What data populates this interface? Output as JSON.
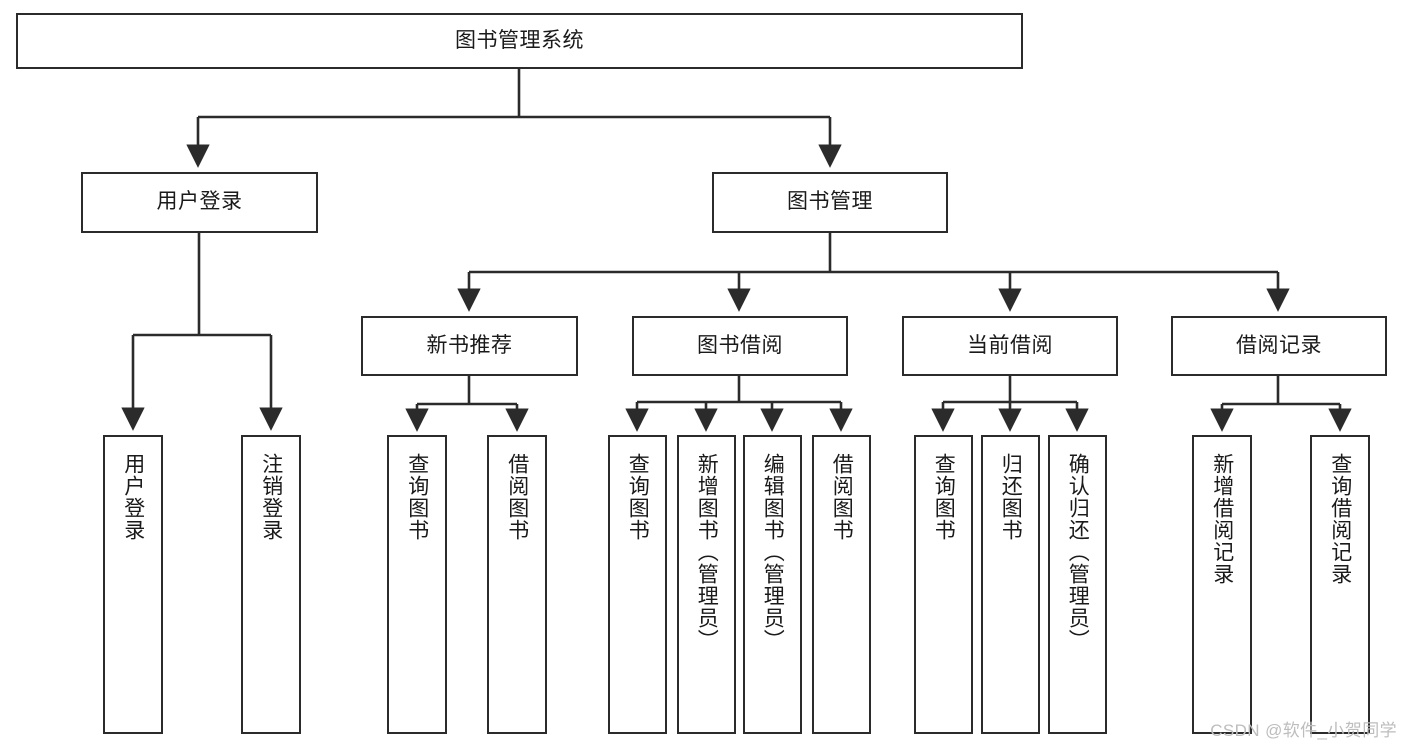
{
  "diagram": {
    "title": "图书管理系统",
    "type": "tree-hierarchy",
    "stroke_color": "#2b2b2b",
    "box_fill": "#ffffff",
    "text_color": "#1a1a1a",
    "watermark": "CSDN @软件_小贺同学",
    "root": {
      "label": "图书管理系统"
    },
    "level2": [
      {
        "label": "用户登录"
      },
      {
        "label": "图书管理"
      }
    ],
    "level3": [
      {
        "label": "新书推荐"
      },
      {
        "label": "图书借阅"
      },
      {
        "label": "当前借阅"
      },
      {
        "label": "借阅记录"
      }
    ],
    "leaves": {
      "user_login": [
        {
          "label": "用户登录"
        },
        {
          "label": "注销登录"
        }
      ],
      "new_book_recommend": [
        {
          "label": "查询图书"
        },
        {
          "label": "借阅图书"
        }
      ],
      "book_borrow": [
        {
          "label": "查询图书"
        },
        {
          "label": "新增图书（管理员）"
        },
        {
          "label": "编辑图书（管理员）"
        },
        {
          "label": "借阅图书"
        }
      ],
      "current_borrow": [
        {
          "label": "查询图书"
        },
        {
          "label": "归还图书"
        },
        {
          "label": "确认归还（管理员）"
        }
      ],
      "borrow_record": [
        {
          "label": "新增借阅记录"
        },
        {
          "label": "查询借阅记录"
        }
      ]
    }
  }
}
